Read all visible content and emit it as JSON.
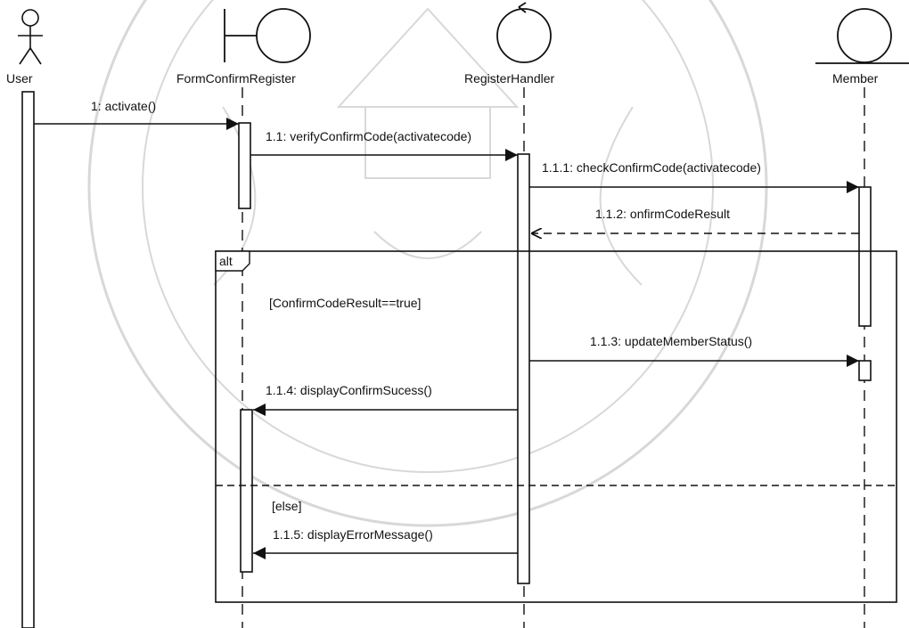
{
  "participants": {
    "user": "User",
    "form": "FormConfirmRegister",
    "handler": "RegisterHandler",
    "member": "Member"
  },
  "messages": {
    "m1": "1: activate()",
    "m11": "1.1: verifyConfirmCode(activatecode)",
    "m111": "1.1.1: checkConfirmCode(activatecode)",
    "m112": "1.1.2: onfirmCodeResult",
    "m113": "1.1.3: updateMemberStatus()",
    "m114": "1.1.4: displayConfirmSucess()",
    "m115": "1.1.5: displayErrorMessage()"
  },
  "fragment": {
    "operator": "alt",
    "guard_true": "[ConfirmCodeResult==true]",
    "guard_else": "[else]"
  },
  "colors": {
    "line": "#111111",
    "watermark": "#d0d0d0"
  }
}
